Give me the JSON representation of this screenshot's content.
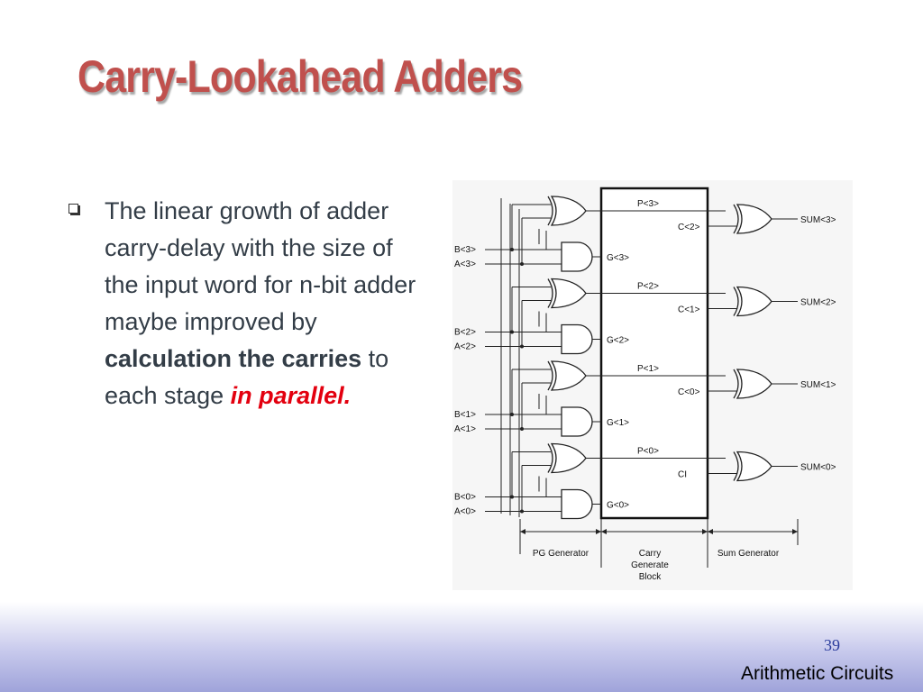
{
  "slide": {
    "title": "Carry-Lookahead Adders",
    "page_number": "39",
    "footer": "Arithmetic Circuits"
  },
  "bullet": {
    "text_plain": "The linear growth of adder carry-delay with the size of the input word for n-bit adder maybe improved by ",
    "text_bold": "calculation the carries",
    "text_after": " to each stage ",
    "text_emph": "in parallel."
  },
  "diagram": {
    "inputs": [
      {
        "b": "B<3>",
        "a": "A<3>"
      },
      {
        "b": "B<2>",
        "a": "A<2>"
      },
      {
        "b": "B<1>",
        "a": "A<1>"
      },
      {
        "b": "B<0>",
        "a": "A<0>"
      }
    ],
    "propagate": [
      "P<3>",
      "P<2>",
      "P<1>",
      "P<0>"
    ],
    "generate": [
      "G<3>",
      "G<2>",
      "G<1>",
      "G<0>"
    ],
    "carries": [
      "C<2>",
      "C<1>",
      "C<0>",
      "CI"
    ],
    "sums": [
      "SUM<3>",
      "SUM<2>",
      "SUM<1>",
      "SUM<0>"
    ],
    "section_labels": {
      "pg": "PG Generator",
      "carry": "Carry\nGenerate\nBlock",
      "sum": "Sum Generator"
    }
  }
}
